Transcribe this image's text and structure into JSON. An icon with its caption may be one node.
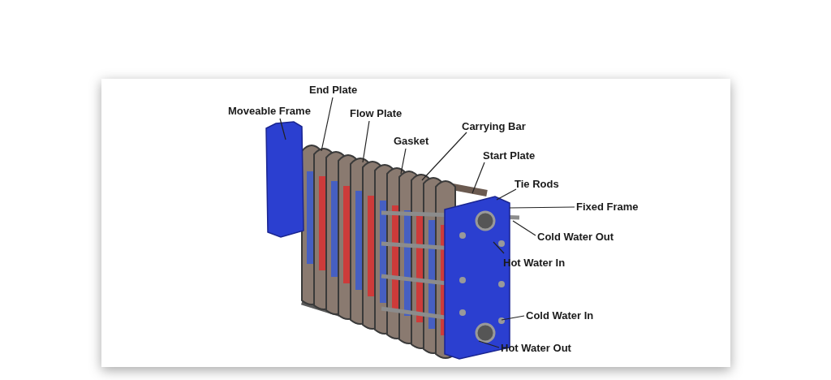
{
  "diagram": {
    "nodes": [
      {
        "text": [
          "Moveable Frame"
        ]
      },
      {
        "text": [
          "End Plate"
        ]
      },
      {
        "text": [
          "Flow Plate"
        ]
      },
      {
        "text": [
          "Gasket"
        ]
      },
      {
        "text": [
          "Carrying Bar"
        ]
      },
      {
        "text": [
          "Start Plate"
        ]
      },
      {
        "text": [
          "Tie Rods"
        ]
      },
      {
        "text": [
          "Fixed Frame"
        ]
      },
      {
        "text": [
          "Cold Water Out"
        ]
      },
      {
        "text": [
          "Hot Water In"
        ]
      },
      {
        "text": [
          "Cold Water In"
        ]
      },
      {
        "text": [
          "Hot Water Out"
        ]
      }
    ],
    "edges": [
      {
        "from": 0,
        "to": null,
        "arrow": "none"
      },
      {
        "from": 1,
        "to": null,
        "arrow": "none"
      },
      {
        "from": 2,
        "to": null,
        "arrow": "none"
      },
      {
        "from": 3,
        "to": null,
        "arrow": "none"
      },
      {
        "from": 4,
        "to": null,
        "arrow": "none"
      },
      {
        "from": 5,
        "to": null,
        "arrow": "none"
      },
      {
        "from": 6,
        "to": null,
        "arrow": "none"
      },
      {
        "from": 7,
        "to": null,
        "arrow": "none"
      },
      {
        "from": 8,
        "to": null,
        "arrow": "none"
      },
      {
        "from": 9,
        "to": null,
        "arrow": "none"
      },
      {
        "from": 10,
        "to": null,
        "arrow": "none"
      },
      {
        "from": 11,
        "to": null,
        "arrow": "none"
      }
    ]
  }
}
